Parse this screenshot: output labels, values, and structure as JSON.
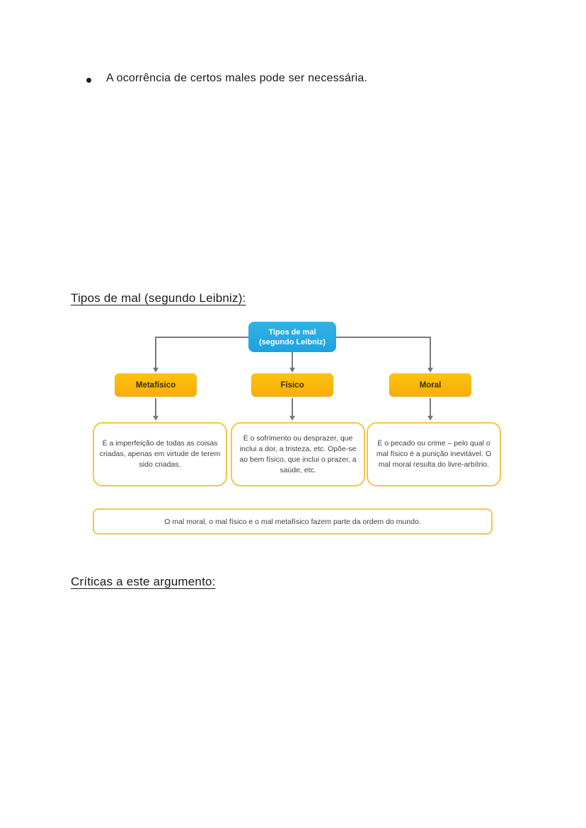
{
  "page": {
    "bullet_item": "A ocorrência de certos males pode ser necessária.",
    "heading_tipos": "Tipos de mal (segundo Leibniz):",
    "heading_criticas": "Críticas a este argumento:"
  },
  "diagram": {
    "root": {
      "line1": "Tipos de mal",
      "line2": "(segundo Leibniz)"
    },
    "branches": [
      {
        "label": "Metafísico",
        "description": "É a imperfeição de todas as coisas criadas, apenas em virtude de terem sido criadas."
      },
      {
        "label": "Físico",
        "description": "É o sofrimento ou desprazer, que inclui a dor, a tristeza, etc. Opõe-se ao bem físico, que inclui o prazer, a saúde, etc."
      },
      {
        "label": "Moral",
        "description": "É o pecado ou crime – pelo qual o mal físico é a punição inevitável. O mal moral resulta do livre-arbítrio."
      }
    ],
    "footer": "O mal moral, o mal físico e o mal metafísico fazem parte da ordem do mundo.",
    "colors": {
      "root_fill": "#29ABE2",
      "branch_fill": "#FDB913",
      "box_border": "#F3C64B",
      "connector": "#7A7A7A"
    }
  }
}
